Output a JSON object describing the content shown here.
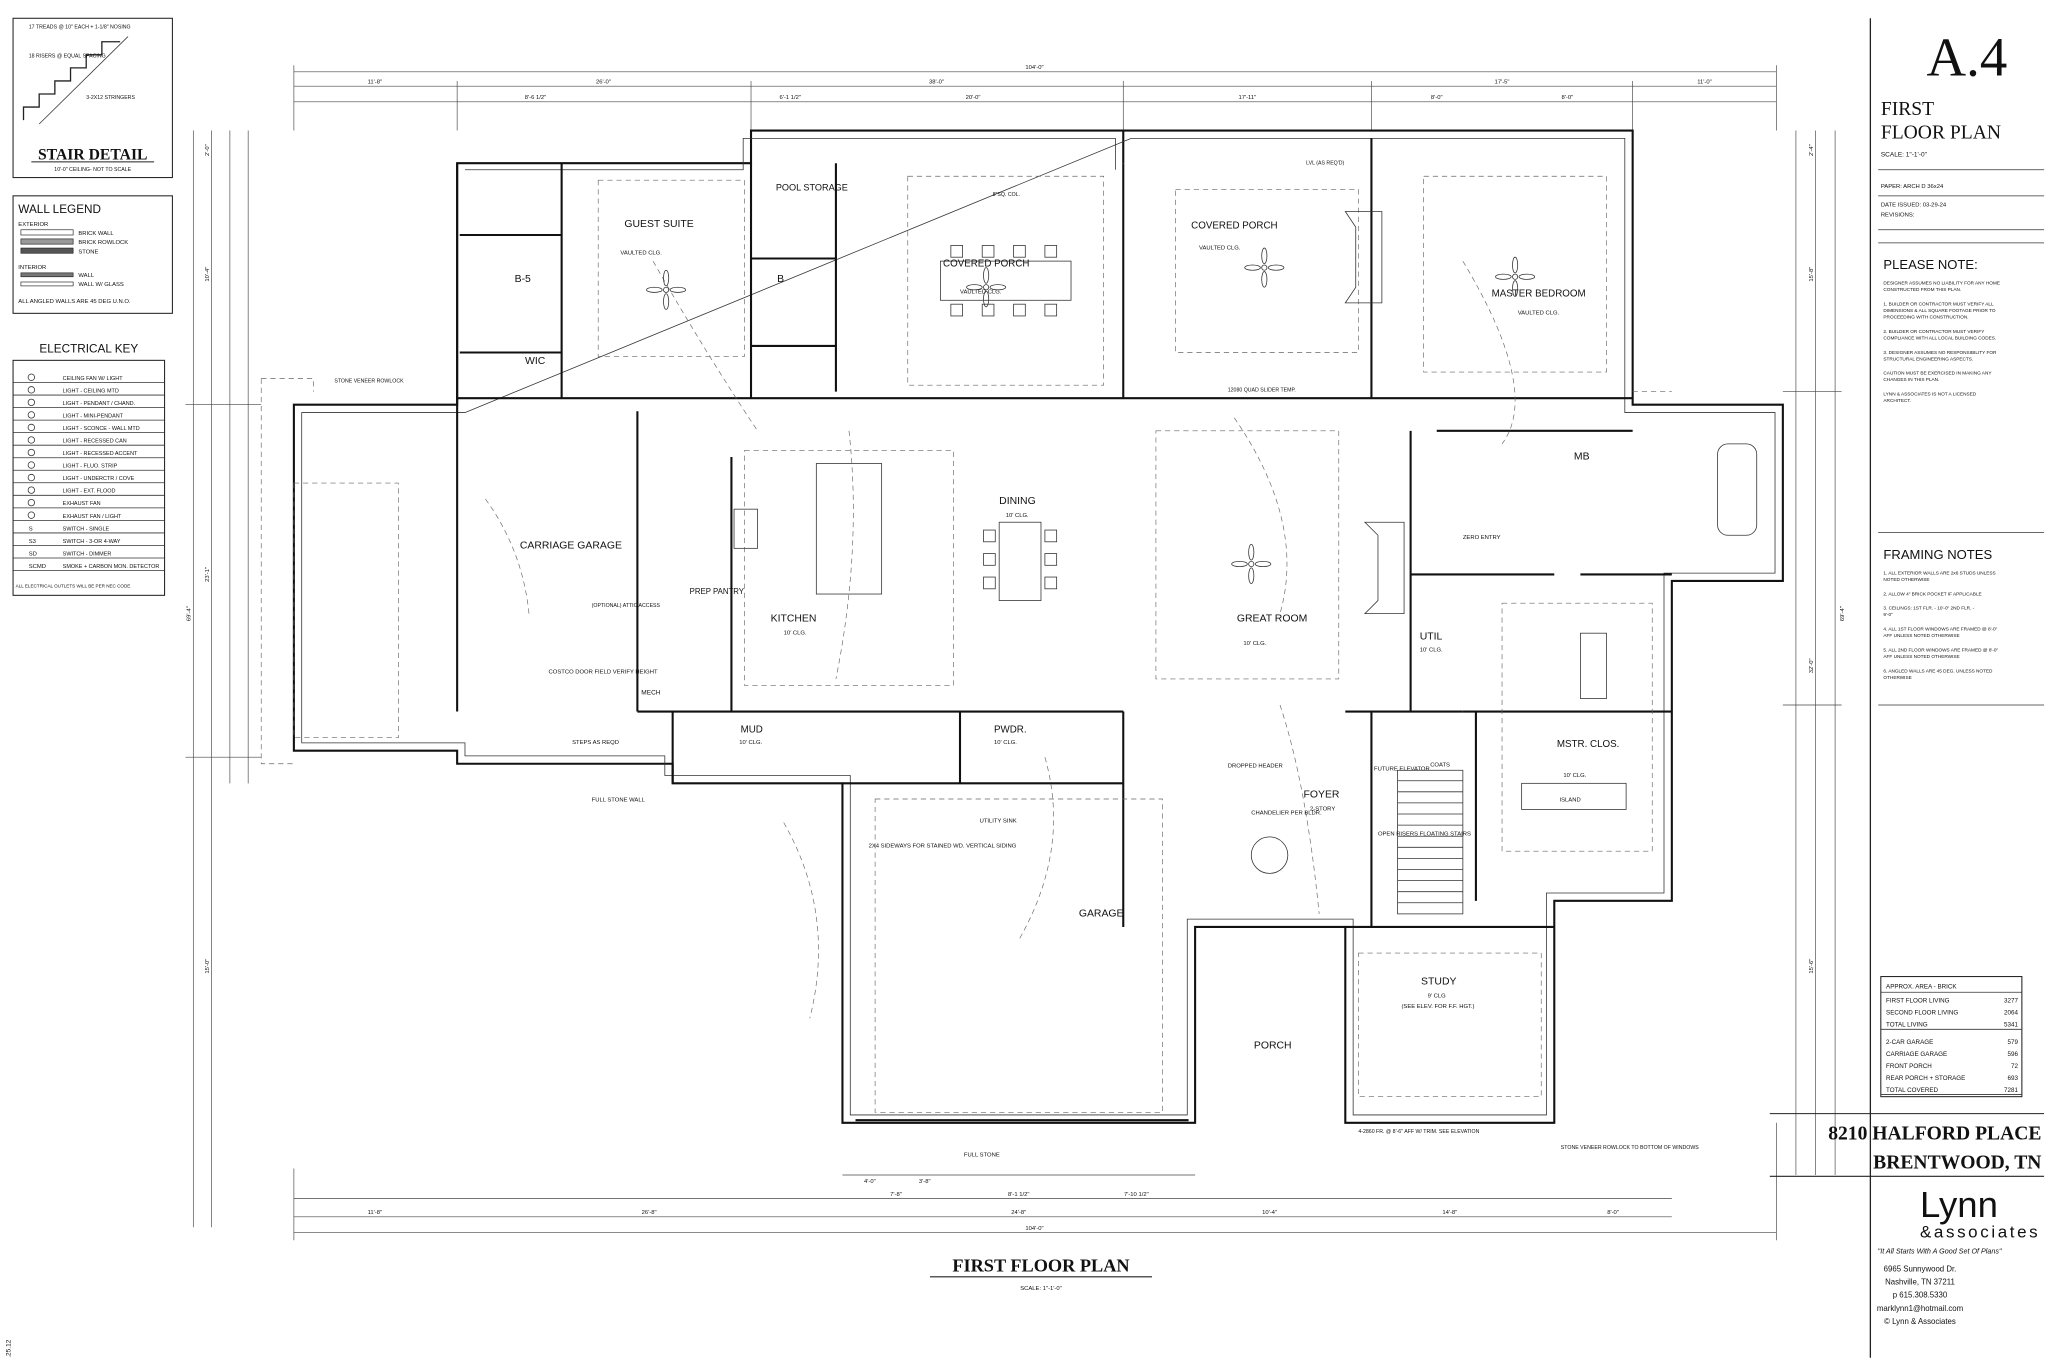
{
  "sheet": {
    "number": "A.4",
    "title_line1": "FIRST",
    "title_line2": "FLOOR PLAN",
    "scale": "SCALE: 1\"-1'-0\"",
    "paper": "PAPER: ARCH D 36x24",
    "date_issued": "DATE ISSUED: 03-29-24",
    "revisions": "REVISIONS:"
  },
  "stair_detail": {
    "title": "STAIR DETAIL",
    "subtitle": "10'-0\" CEILING- NOT TO SCALE",
    "note1": "17 TREADS @ 10\" EACH + 1-1/8\" NOSING",
    "note2": "18 RISERS @ EQUAL SPACING",
    "note3": "3-2X12 STRINGERS"
  },
  "wall_legend": {
    "title": "WALL LEGEND",
    "exterior": "EXTERIOR",
    "items": [
      "BRICK WALL",
      "BRICK ROWLOCK",
      "STONE"
    ],
    "interior": "INTERIOR",
    "interior_items": [
      "WALL",
      "WALL W/ GLASS"
    ],
    "note": "ALL ANGLED WALLS ARE 45 DEG U.N.O."
  },
  "electrical_key": {
    "title": "ELECTRICAL KEY",
    "items": [
      "CEILING FAN W/ LIGHT",
      "LIGHT - CEILING MTD",
      "LIGHT - PENDANT / CHAND.",
      "LIGHT - MINI-PENDANT",
      "LIGHT - SCONCE - WALL MTD",
      "LIGHT - RECESSED CAN",
      "LIGHT - RECESSED ACCENT",
      "LIGHT - FLUO. STRIP",
      "LIGHT - UNDERCTR / COVE",
      "LIGHT - EXT. FLOOD",
      "EXHAUST FAN",
      "EXHAUST FAN / LIGHT",
      "SWITCH - SINGLE",
      "SWITCH - 3-OR 4-WAY",
      "SWITCH - DIMMER",
      "SMOKE + CARBON MON. DETECTOR"
    ],
    "symbols": [
      "",
      "",
      "",
      "",
      "",
      "",
      "",
      "",
      "",
      "",
      "",
      "",
      "S",
      "S3",
      "SD",
      "SCMD"
    ],
    "footnote": "ALL ELECTRICAL OUTLETS WILL BE PER NEC CODE"
  },
  "please_note": {
    "title": "PLEASE NOTE:",
    "notes": [
      "DESIGNER ASSUMES NO LIABILITY FOR ANY HOME CONSTRUCTED FROM THIS PLAN.",
      "1. BUILDER OR CONTRACTOR MUST VERIFY ALL DIMENSIONS & ALL SQUARE FOOTAGE PRIOR TO PROCEEDING WITH CONSTRUCTION.",
      "2. BUILDER OR CONTRACTOR MUST VERIFY COMPLIANCE WITH ALL LOCAL BUILDING CODES.",
      "3. DESIGNER ASSUMES NO RESPONSIBILITY FOR STRUCTURAL ENGINEERING ASPECTS.",
      "CAUTION MUST BE EXERCISED IN MAKING ANY CHANGES IN THIS PLAN.",
      "LYNN & ASSOCIATES IS NOT A LICENSED ARCHITECT."
    ]
  },
  "framing_notes": {
    "title": "FRAMING NOTES",
    "notes": [
      "1. ALL EXTERIOR WALLS ARE 2x6 STUDS UNLESS NOTED OTHERWISE",
      "2. ALLOW 4\" BRICK POCKET IF APPLICABLE",
      "3. CEILINGS: 1ST FLR. - 10'-0\"   2ND FLR. - 9'-0\"",
      "4. ALL 1ST FLOOR WINDOWS ARE FRAMED @ 8'-0\" AFF UNLESS NOTED OTHERWISE",
      "5. ALL 2ND FLOOR WINDOWS ARE FRAMED @ 8'-0\" AFF UNLESS NOTED OTHERWISE",
      "6. ANGLED WALLS ARE 45 DEG. UNLESS NOTED OTHERWISE"
    ]
  },
  "area_table": {
    "title": "APPROX. AREA - BRICK",
    "rows": [
      {
        "label": "FIRST FLOOR LIVING",
        "value": "3277"
      },
      {
        "label": "SECOND FLOOR LIVING",
        "value": "2064"
      },
      {
        "label": "TOTAL LIVING",
        "value": "5341"
      },
      {
        "label": "2-CAR GARAGE",
        "value": "579"
      },
      {
        "label": "CARRIAGE GARAGE",
        "value": "596"
      },
      {
        "label": "FRONT PORCH",
        "value": "72"
      },
      {
        "label": "REAR PORCH + STORAGE",
        "value": "693"
      },
      {
        "label": "TOTAL COVERED",
        "value": "7281"
      }
    ]
  },
  "project": {
    "address": "8210 HALFORD PLACE",
    "city": "BRENTWOOD, TN"
  },
  "firm": {
    "name": "Lynn",
    "sub": "&associates",
    "tagline": "\"It All Starts With A Good Set Of Plans\"",
    "street": "6965 Sunnywood Dr.",
    "city": "Nashville, TN 37211",
    "phone": "p 615.308.5330",
    "email": "marklynn1@hotmail.com",
    "copyright": "© Lynn & Associates"
  },
  "drawing": {
    "title": "FIRST FLOOR PLAN",
    "scale": "SCALE: 1\"-1'-0\"",
    "side_note": ".25.12"
  },
  "rooms": {
    "guest_suite": "GUEST SUITE",
    "guest_suite_clg": "VAULTED CLG.",
    "pool_storage": "POOL STORAGE",
    "covered_porch": "COVERED PORCH",
    "covered_porch_clg": "VAULTED CLG.",
    "covered_porch2": "COVERED PORCH",
    "covered_porch2_clg": "VAULTED CLG.",
    "master_bedroom": "MASTER BEDROOM",
    "master_bedroom_clg": "VAULTED CLG.",
    "b5": "B-5",
    "wic": "WIC",
    "b": "B",
    "carriage_garage": "CARRIAGE GARAGE",
    "kitchen": "KITCHEN",
    "kitchen_clg": "10' CLG.",
    "dining": "DINING",
    "dining_clg": "10' CLG.",
    "great_room": "GREAT ROOM",
    "great_room_clg": "10' CLG.",
    "prep_pantry": "PREP PANTRY",
    "mb": "MB",
    "util": "UTIL",
    "util_clg": "10' CLG.",
    "mstr_clos": "MSTR. CLOS.",
    "mstr_clos_clg": "10' CLG.",
    "island": "ISLAND",
    "mud": "MUD",
    "mud_clg": "10' CLG.",
    "pwdr": "PWDR.",
    "pwdr_clg": "10' CLG.",
    "foyer": "FOYER",
    "foyer_clg": "2-STORY",
    "garage": "GARAGE",
    "study": "STUDY",
    "study_clg": "9' CLG",
    "study_note": "(SEE ELEV. FOR F.F. HGT.)",
    "porch": "PORCH",
    "mech": "MECH",
    "zero_entry": "ZERO ENTRY",
    "coats": "COATS",
    "future_elevator": "FUTURE ELEVATOR",
    "open_risers": "OPEN RISERS FLOATING STAIRS",
    "chandelier": "CHANDELIER PER BLDR.",
    "dropped_header": "DROPPED HEADER",
    "carriage_note1": "COSTCO DOOR FIELD VERIFY HEIGHT",
    "attic_access": "(OPTIONAL) ATTIC ACCESS",
    "utility_sink": "UTILITY SINK",
    "full_stone": "FULL STONE",
    "full_stone_wall": "FULL STONE WALL",
    "steps_as_reqd": "STEPS AS REQD",
    "sideways_siding": "2X4 SIDEWAYS FOR STAINED WD. VERTICAL SIDING",
    "stone_veneer": "STONE VENEER ROWLOCK",
    "stone_veneer_bottom": "STONE VENEER ROWLOCK TO BOTTOM OF WINDOWS",
    "slider": "12080 QUAD SLIDER TEMP.",
    "pf_note": "4-2860 FR. @ 8'-6\" AFF W/ TRIM. SEE ELEVATION",
    "lvl": "LVL (AS REQ'D)",
    "col": "8\"SQ. COL."
  },
  "dimensions": {
    "overall": "104'-0\"",
    "top": [
      "11'-8\"",
      "26'-0\"",
      "38'-0\"",
      "17'-5\"",
      "11'-0\""
    ],
    "top2": [
      "8'-6 1/2\"",
      "6'-1 1/2\"",
      "20'-0\"",
      "17'-11\"",
      "8'-0\"",
      "8'-0\""
    ],
    "bottom": [
      "11'-8\"",
      "26'-8\"",
      "24'-8\"",
      "10'-4\"",
      "14'-8\"",
      "8'-0\""
    ],
    "bottom2": [
      "4'-0\"",
      "7'-8\"",
      "3'-8\"",
      "8'-1 1/2\"",
      "7'-10 1/2\""
    ],
    "left_overall": "69'-4\"",
    "right_overall": "69'-4\"",
    "left": [
      "2'-0\"",
      "10'-4\"",
      "23'-1\"",
      "15'-0\""
    ],
    "right": [
      "2'-4\"",
      "15'-8\"",
      "32'-0\"",
      "15'-6\""
    ]
  }
}
